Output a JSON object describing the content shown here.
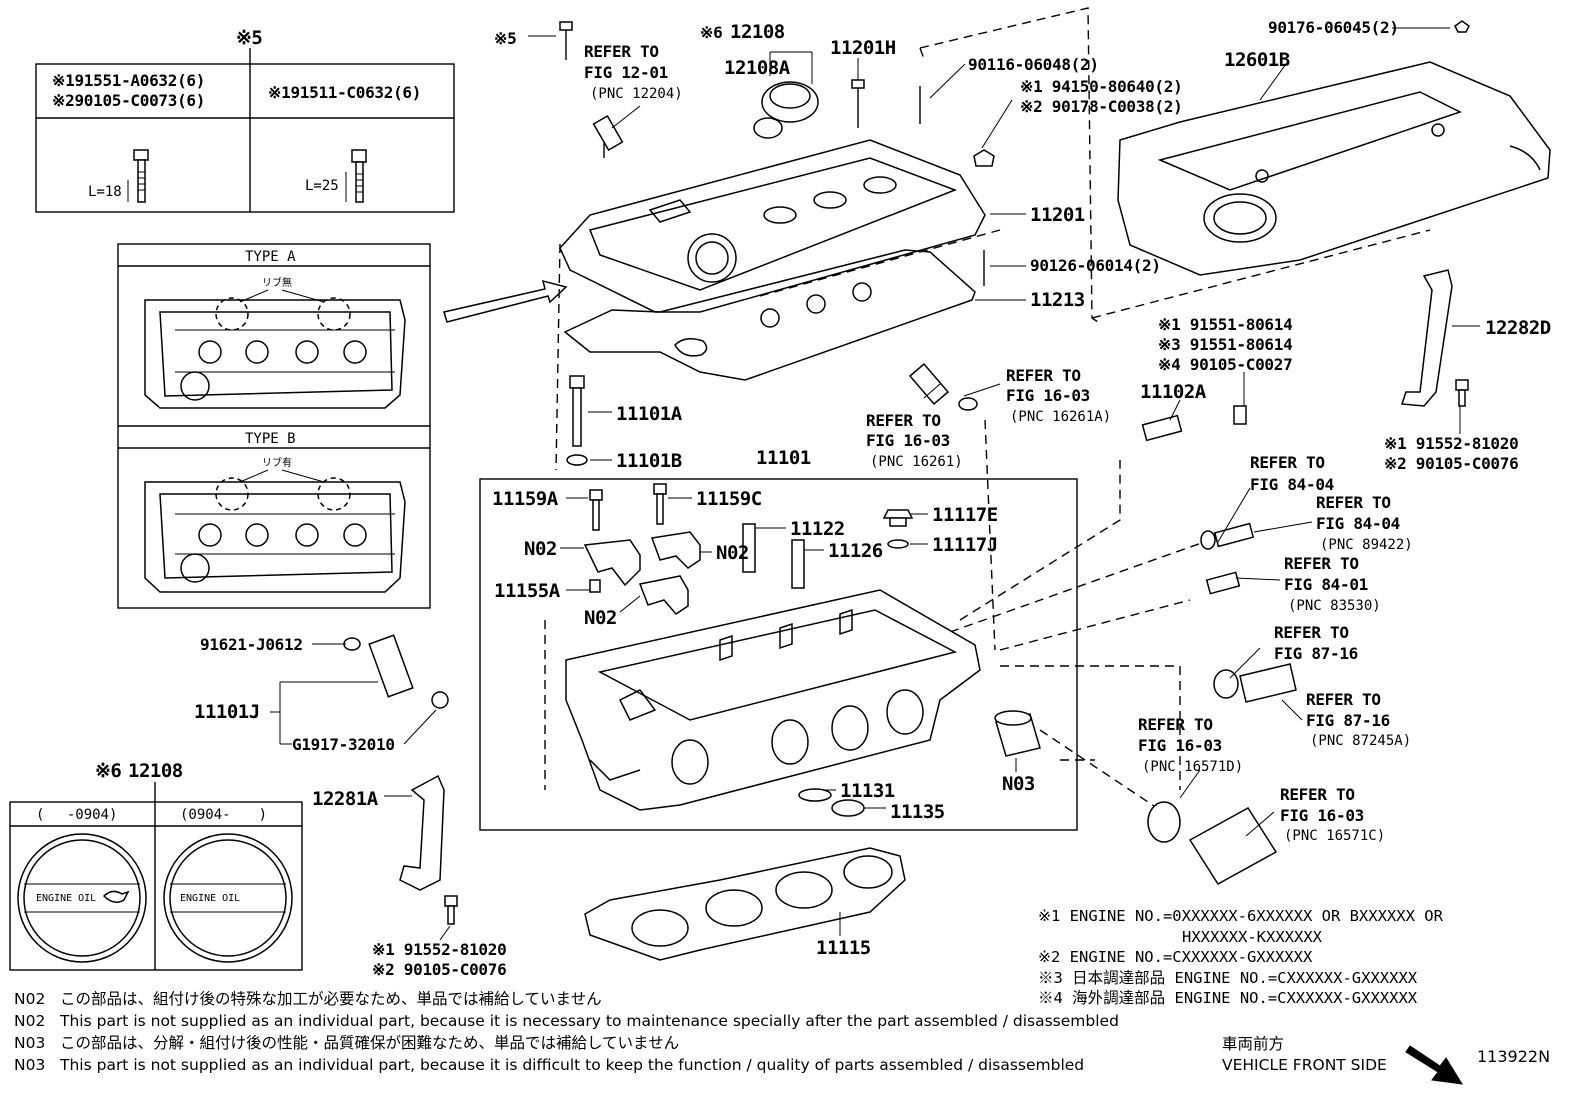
{
  "figure_id": "113922N",
  "front": {
    "jp": "車両前方",
    "en": "VEHICLE FRONT SIDE"
  },
  "bolt_table": {
    "header": "※5",
    "col1_lines": [
      "※191551-A0632(6)",
      "※290105-C0073(6)"
    ],
    "col2": "※191511-C0632(6)",
    "col1_length": "L=18",
    "col2_length": "L=25"
  },
  "type_box": {
    "type_a": "TYPE A",
    "type_b": "TYPE B",
    "rib_none": "リブ無",
    "rib_yes": "リブ有"
  },
  "oil_cap": {
    "header_mark": "※6",
    "header_pn": "12108",
    "range1": "(　 -0904)",
    "range2": "(0904-　　)",
    "cap_text": "ENGINE OIL"
  },
  "labels": {
    "note5": "※5",
    "refer_12_01": [
      "REFER TO",
      "FIG 12-01",
      "(PNC 12204)"
    ],
    "note6": "※6",
    "p12108": "12108",
    "p12108A": "12108A",
    "p11201H": "11201H",
    "p90116": "90116-06048(2)",
    "p94150": "※1 94150-80640(2)",
    "p90178": "※2 90178-C0038(2)",
    "p11201": "11201",
    "p90126": "90126-06014(2)",
    "p11213": "11213",
    "p90176": "90176-06045(2)",
    "p12601B": "12601B",
    "p91551a": "※1 91551-80614",
    "p91551b": "※3 91551-80614",
    "p90105a": "※4 90105-C0027",
    "p11102A": "11102A",
    "p12282D": "12282D",
    "p91552r": "※1 91552-81020",
    "p90105r": "※2 90105-C0076",
    "refer_16_03a": [
      "REFER TO",
      "FIG 16-03",
      "(PNC 16261A)"
    ],
    "refer_16_03b": [
      "REFER TO",
      "FIG 16-03",
      "(PNC 16261)"
    ],
    "p11101A": "11101A",
    "p11101B": "11101B",
    "p11101": "11101",
    "p11159A": "11159A",
    "p11159C": "11159C",
    "p11122": "11122",
    "p11126": "11126",
    "p11117E": "11117E",
    "p11117J": "11117J",
    "n02a": "N02",
    "n02b": "N02",
    "n02c": "N02",
    "p11155A": "11155A",
    "p91621": "91621-J0612",
    "p11101J": "11101J",
    "pG1917": "G1917-32010",
    "p11131": "11131",
    "p11135": "11135",
    "n03": "N03",
    "p12281A": "12281A",
    "p91552l": "※1 91552-81020",
    "p90105l": "※2 90105-C0076",
    "p11115": "11115",
    "refer_84_04a": [
      "REFER TO",
      "FIG 84-04"
    ],
    "refer_84_04b": [
      "REFER TO",
      "FIG 84-04",
      "(PNC 89422)"
    ],
    "refer_84_01": [
      "REFER TO",
      "FIG 84-01",
      "(PNC 83530)"
    ],
    "refer_87_16a": [
      "REFER TO",
      "FIG 87-16"
    ],
    "refer_87_16b": [
      "REFER TO",
      "FIG 87-16",
      "(PNC 87245A)"
    ],
    "refer_16_03c": [
      "REFER TO",
      "FIG 16-03",
      "(PNC 16571D)"
    ],
    "refer_16_03d": [
      "REFER TO",
      "FIG 16-03",
      "(PNC 16571C)"
    ]
  },
  "engine_notes": [
    "※1 ENGINE NO.=0XXXXXX-6XXXXXX OR BXXXXXX OR",
    "HXXXXXX-KXXXXXX",
    "※2 ENGINE NO.=CXXXXXX-GXXXXXX",
    "※3 日本調達部品 ENGINE NO.=CXXXXXX-GXXXXXX",
    "※4 海外調達部品 ENGINE NO.=CXXXXXX-GXXXXXX"
  ],
  "footnotes": [
    {
      "code": "N02",
      "text": "この部品は、組付け後の特殊な加工が必要なため、単品では補給していません"
    },
    {
      "code": "N02",
      "text": "This part is not supplied as an individual part, because it is necessary to maintenance specially after the part assembled / disassembled"
    },
    {
      "code": "N03",
      "text": "この部品は、分解・組付け後の性能・品質確保が困難なため、単品では補給していません"
    },
    {
      "code": "N03",
      "text": "This part is not supplied as an individual part, because it is difficult to keep the function / quality of parts  assembled / disassembled"
    }
  ]
}
